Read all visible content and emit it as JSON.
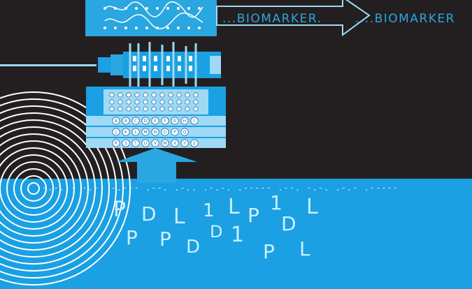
{
  "banner": {
    "label_1": "...BIOMARKER.",
    "label_2": "....BIOMARKER"
  },
  "keyboard": {
    "rows": [
      [
        "A",
        "B",
        "C",
        "D",
        "E",
        "F",
        "G",
        "H",
        "I"
      ],
      [
        "J",
        "K",
        "L",
        "M",
        "N",
        "O",
        "P",
        "Q"
      ],
      [
        "R",
        "S",
        "T",
        "U",
        "V",
        "W",
        "X",
        "Y",
        "Z"
      ]
    ]
  },
  "morse_text": "-.-..- -.-- -.--- .--. .-.. .-.-. .----- .--. -.-. .-.- .-----",
  "glyphs": [
    "P",
    "D",
    "L",
    "1",
    "L",
    "1",
    "L",
    "P",
    "P",
    "D",
    "1",
    "P",
    "D",
    "P",
    "L",
    "D"
  ],
  "colors": {
    "background": "#231f20",
    "sea_blue": "#1aa0e3",
    "pale_blue": "#9fd9f5",
    "accent": "#2aa6e0"
  }
}
